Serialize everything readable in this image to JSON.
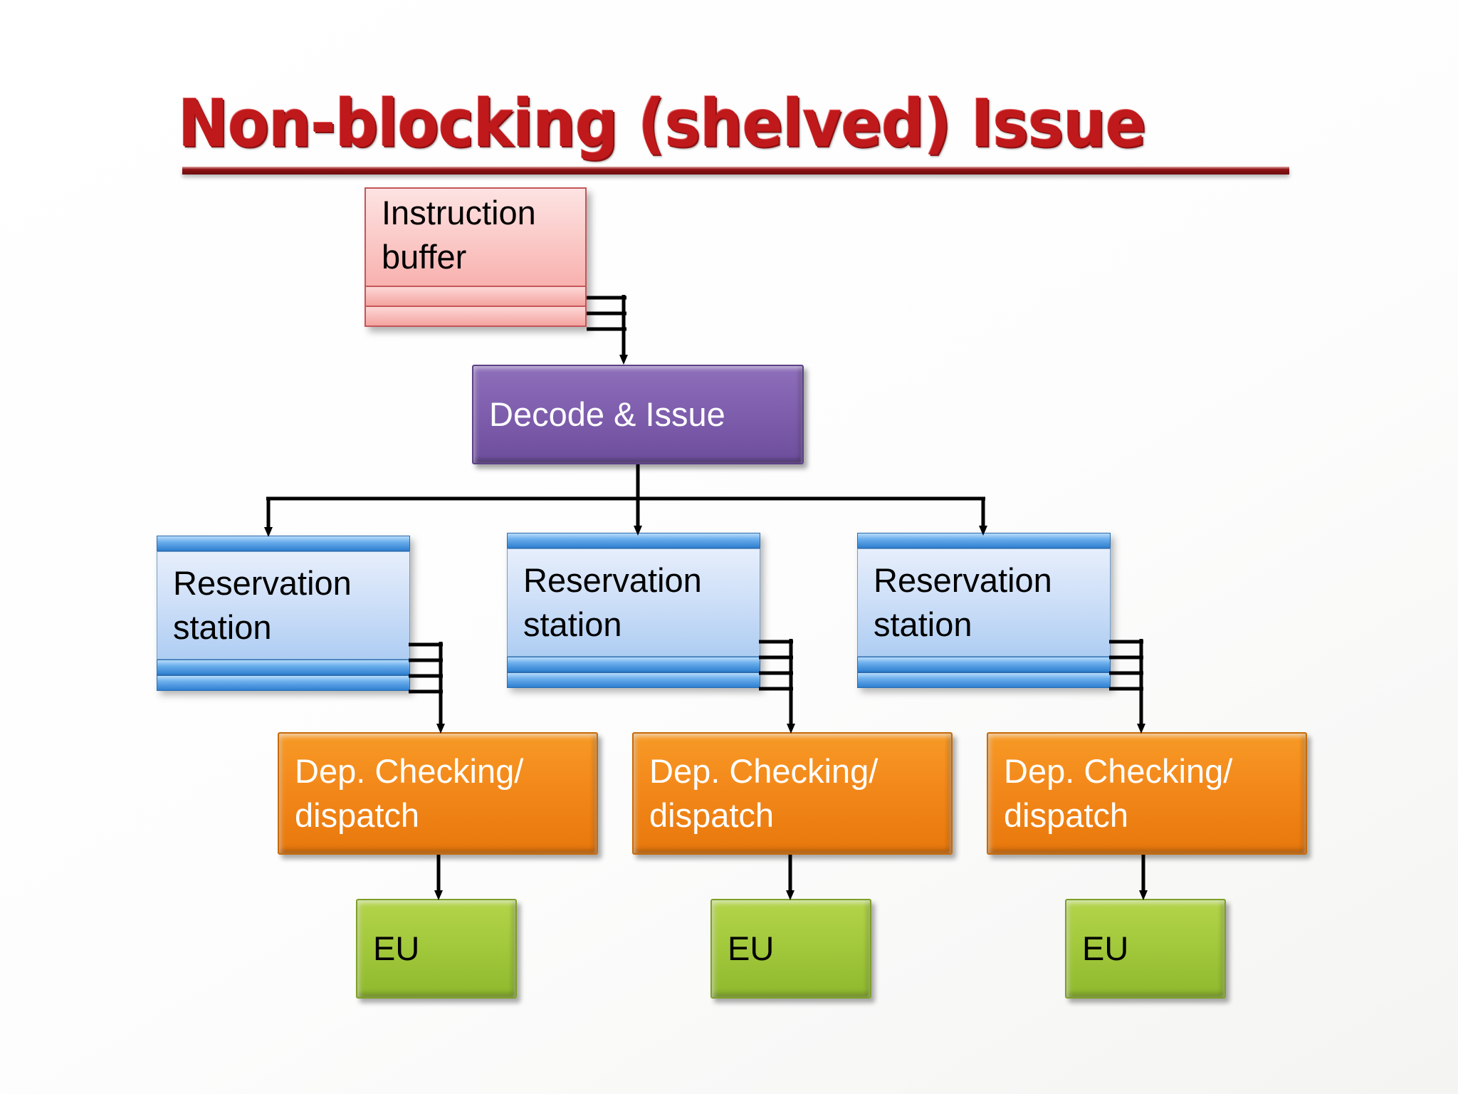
{
  "slide": {
    "title": "Non-blocking (shelved) Issue",
    "accent_color": "#c0191b",
    "background_color": "#ffffff"
  },
  "diagram": {
    "type": "flowchart",
    "nodes": [
      {
        "id": "instruction-buffer",
        "label": "Instruction\nbuffer",
        "color": "#f8b1ae",
        "text_color": "#000000",
        "style": "stacked-sheets"
      },
      {
        "id": "decode-issue",
        "label": "Decode & Issue",
        "color": "#7f5fae",
        "text_color": "#ffffff",
        "style": "bevel"
      },
      {
        "id": "reservation-station-1",
        "label": "Reservation\nstation",
        "color": "#cfe0f8",
        "text_color": "#000000",
        "style": "stacked-bars"
      },
      {
        "id": "reservation-station-2",
        "label": "Reservation\nstation",
        "color": "#cfe0f8",
        "text_color": "#000000",
        "style": "stacked-bars"
      },
      {
        "id": "reservation-station-3",
        "label": "Reservation\nstation",
        "color": "#cfe0f8",
        "text_color": "#000000",
        "style": "stacked-bars"
      },
      {
        "id": "dep-checking-dispatch-1",
        "label": "Dep. Checking/\ndispatch",
        "color": "#f3881a",
        "text_color": "#ffffff",
        "style": "bevel"
      },
      {
        "id": "dep-checking-dispatch-2",
        "label": "Dep. Checking/\ndispatch",
        "color": "#f3881a",
        "text_color": "#ffffff",
        "style": "bevel"
      },
      {
        "id": "dep-checking-dispatch-3",
        "label": "Dep. Checking/\ndispatch",
        "color": "#f3881a",
        "text_color": "#ffffff",
        "style": "bevel"
      },
      {
        "id": "execution-unit-1",
        "label": "EU",
        "color": "#a3c93c",
        "text_color": "#000000",
        "style": "bevel"
      },
      {
        "id": "execution-unit-2",
        "label": "EU",
        "color": "#a3c93c",
        "text_color": "#000000",
        "style": "bevel"
      },
      {
        "id": "execution-unit-3",
        "label": "EU",
        "color": "#a3c93c",
        "text_color": "#000000",
        "style": "bevel"
      }
    ],
    "edges": [
      {
        "from": "instruction-buffer",
        "to": "decode-issue",
        "style": "bus-arrow"
      },
      {
        "from": "decode-issue",
        "to": "reservation-station-1",
        "style": "branch-arrow"
      },
      {
        "from": "decode-issue",
        "to": "reservation-station-2",
        "style": "branch-arrow"
      },
      {
        "from": "decode-issue",
        "to": "reservation-station-3",
        "style": "branch-arrow"
      },
      {
        "from": "reservation-station-1",
        "to": "dep-checking-dispatch-1",
        "style": "bus-arrow"
      },
      {
        "from": "reservation-station-2",
        "to": "dep-checking-dispatch-2",
        "style": "bus-arrow"
      },
      {
        "from": "reservation-station-3",
        "to": "dep-checking-dispatch-3",
        "style": "bus-arrow"
      },
      {
        "from": "dep-checking-dispatch-1",
        "to": "execution-unit-1",
        "style": "arrow"
      },
      {
        "from": "dep-checking-dispatch-2",
        "to": "execution-unit-2",
        "style": "arrow"
      },
      {
        "from": "dep-checking-dispatch-3",
        "to": "execution-unit-3",
        "style": "arrow"
      }
    ]
  }
}
